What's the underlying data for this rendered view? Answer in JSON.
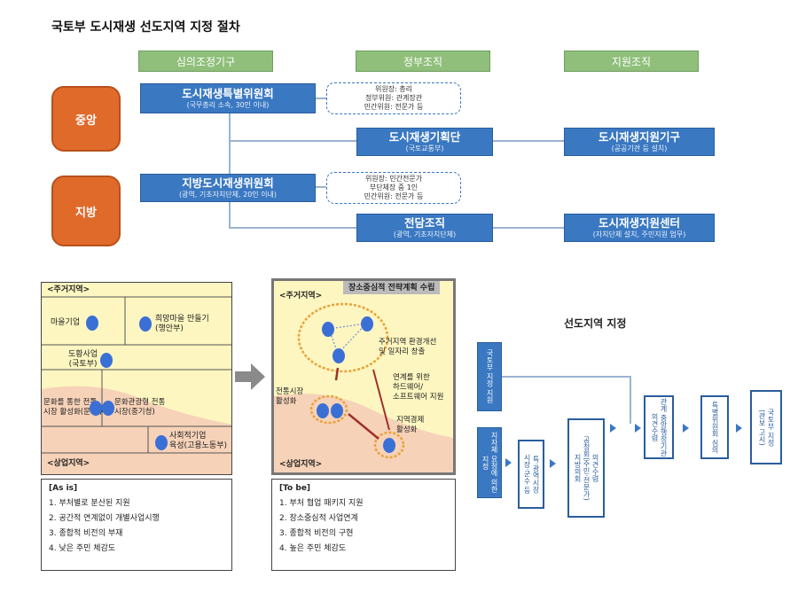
{
  "title": "국토부 도시재생 선도지역 지정 절차",
  "headers": [
    "심의조정기구",
    "정부조직",
    "지원조직"
  ],
  "sides": [
    "중앙",
    "지방"
  ],
  "central": {
    "committee": {
      "main": "도시재생특별위원회",
      "sub": "(국무총리 소속, 30인 이내)"
    },
    "committee_note": [
      "위원장: 총리",
      "정부위원: 관계장관",
      "민간위원: 전문가 등"
    ],
    "gov": {
      "main": "도시재생기획단",
      "sub": "(국토교통부)"
    },
    "support": {
      "main": "도시재생지원기구",
      "sub": "(공공기관 등 설치)"
    }
  },
  "local": {
    "committee": {
      "main": "지방도시재생위원회",
      "sub": "(광역, 기초자치단체, 20인 이내)"
    },
    "committee_note": [
      "위원장: 민간전문가",
      "부단체장 중 1인",
      "민간위원: 전문가 등"
    ],
    "gov": {
      "main": "전담조직",
      "sub": "(광역, 기초자치단체)"
    },
    "support": {
      "main": "도시재생지원센터",
      "sub": "(자치단체 설치, 주민지원 업무)"
    }
  },
  "asis": {
    "residential": "<주거지역>",
    "commercial": "<상업지역>",
    "items": [
      "마을기업",
      "희망마을 만들기\n(행안부)",
      "도황사업\n(국토부)",
      "문화를 통한 전통\n시장 활성화(문화부)",
      "문화관광형 전통\n시장(중기청)",
      "사회적기업\n육성(고용노동부)"
    ],
    "list_title": "[As is]",
    "list": [
      "1. 부처별로 분산된 지원",
      "2. 공간적 연계없이 개별사업시행",
      "3. 종합적 비전의 부재",
      "4. 낮은 주민 체감도"
    ]
  },
  "tobe": {
    "banner": "장소중심적 전략계획 수립",
    "residential": "<주거지역>",
    "commercial": "<상업지역>",
    "labels": [
      "주거지역 환경개선\n및 일자리 창출",
      "연계를 위한\n하드웨어/\n소프트웨어 지원",
      "지역경제\n활성화",
      "전통시장\n활성화"
    ],
    "list_title": "[To be]",
    "list": [
      "1. 부처 협업 패키지 지원",
      "2. 장소중심적 사업연계",
      "3. 종합적 비전의 구현",
      "4. 높은 주민 체감도"
    ]
  },
  "designation": {
    "title": "선도지역 지정",
    "steps": [
      "국토부 지정 지원",
      "지자체 요청에 의한 지정",
      "특·광역시장\n시장·군수 등",
      "의견수렴\n공청회(주민·전문가)\n지방의회",
      "관계 중앙행정기관\n의견수렴",
      "특별위원회 심의",
      "국토부 지정\n(관보 고시)"
    ]
  },
  "colors": {
    "blue": "#3a78c2",
    "orange": "#e06a2a",
    "green": "#8fbf7a",
    "yellow": "#fdf6c0",
    "peach": "#f6d2b8"
  }
}
